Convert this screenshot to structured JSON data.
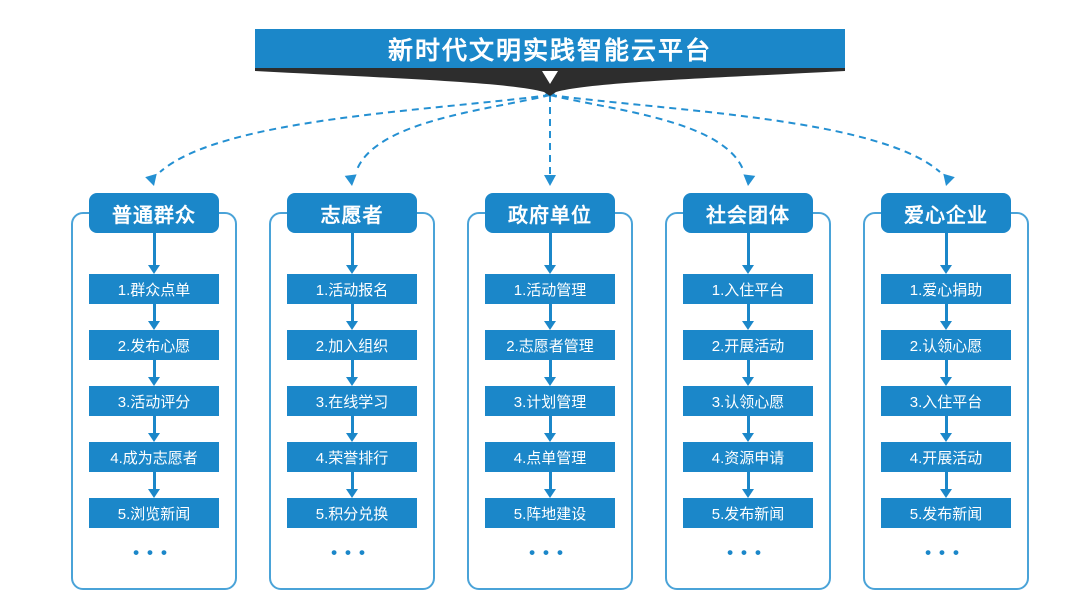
{
  "platform": {
    "title": "新时代文明实践智能云平台"
  },
  "ellipsis": "•••",
  "colors": {
    "primary_blue": "#1b87c9",
    "frame_border_blue": "#4aa3d8",
    "ribbon_dark": "#2d2d2d",
    "text_on_blue": "#ffffff"
  },
  "columns": [
    {
      "header": "普通群众",
      "items": [
        "1.群众点单",
        "2.发布心愿",
        "3.活动评分",
        "4.成为志愿者",
        "5.浏览新闻"
      ]
    },
    {
      "header": "志愿者",
      "items": [
        "1.活动报名",
        "2.加入组织",
        "3.在线学习",
        "4.荣誉排行",
        "5.积分兑换"
      ]
    },
    {
      "header": "政府单位",
      "items": [
        "1.活动管理",
        "2.志愿者管理",
        "3.计划管理",
        "4.点单管理",
        "5.阵地建设"
      ]
    },
    {
      "header": "社会团体",
      "items": [
        "1.入住平台",
        "2.开展活动",
        "3.认领心愿",
        "4.资源申请",
        "5.发布新闻"
      ]
    },
    {
      "header": "爱心企业",
      "items": [
        "1.爱心捐助",
        "2.认领心愿",
        "3.入住平台",
        "4.开展活动",
        "5.发布新闻"
      ]
    }
  ]
}
